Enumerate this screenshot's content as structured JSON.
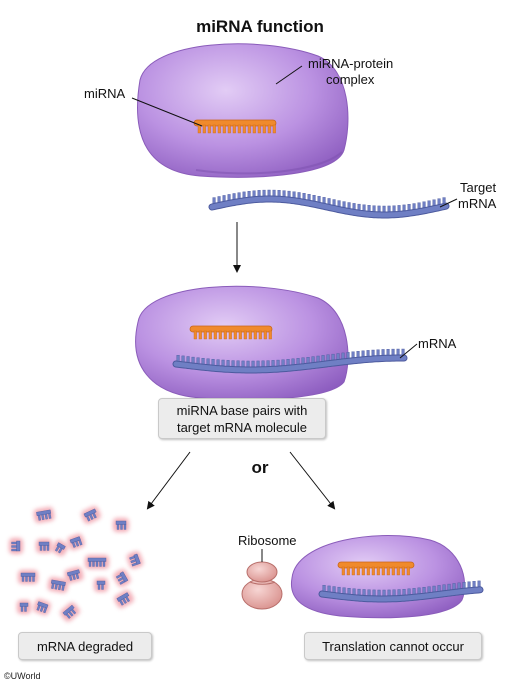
{
  "title": "miRNA function",
  "labels": {
    "mirna": "miRNA",
    "complex_line1": "miRNA-protein",
    "complex_line2": "complex",
    "target_line1": "Target",
    "target_line2": "mRNA",
    "mrna": "mRNA",
    "ribosome": "Ribosome",
    "or": "or"
  },
  "boxes": {
    "base_pairs_line1": "miRNA base pairs with",
    "base_pairs_line2": "target mRNA molecule",
    "degraded": "mRNA degraded",
    "translation": "Translation cannot occur"
  },
  "copyright": "©UWorld",
  "colors": {
    "protein": "#b98ee0",
    "mirna": "#f08a2c",
    "mrna": "#6f7fc4",
    "ribosome": "#e6a3a0",
    "fragment_glow": "#f2a6b0"
  }
}
